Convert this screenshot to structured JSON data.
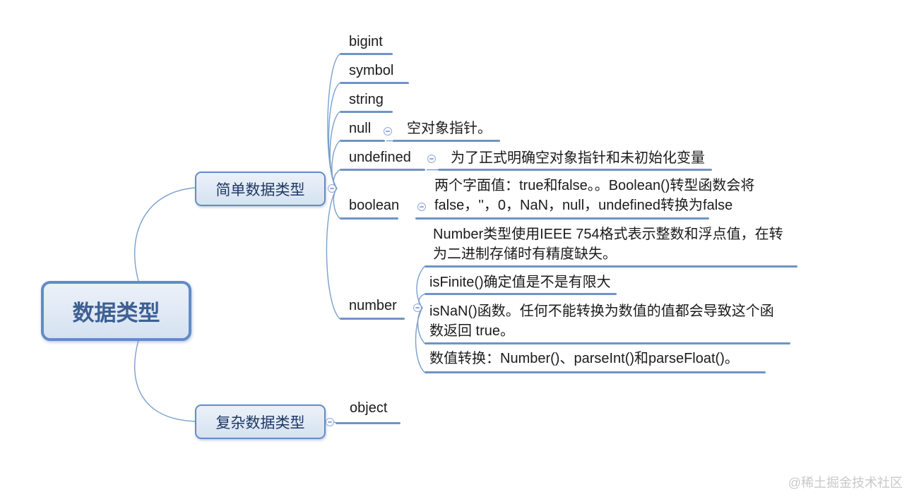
{
  "root": {
    "label": "数据类型"
  },
  "branches": {
    "simple": {
      "label": "简单数据类型",
      "children": {
        "bigint": {
          "label": "bigint"
        },
        "symbol": {
          "label": "symbol"
        },
        "string": {
          "label": "string"
        },
        "null": {
          "label": "null",
          "note": "空对象指针。"
        },
        "undefined": {
          "label": "undefined",
          "note": "为了正式明确空对象指针和未初始化变量"
        },
        "boolean": {
          "label": "boolean",
          "note_lines": [
            "两个字面值：true和false。。Boolean()转型函数会将",
            "false，''，0，NaN，null，undefined转换为false"
          ]
        },
        "number": {
          "label": "number",
          "children": {
            "ieee": {
              "lines": [
                "Number类型使用IEEE 754格式表示整数和浮点值，在转",
                "为二进制存储时有精度缺失。"
              ]
            },
            "isfinite": {
              "label": "isFinite()确定值是不是有限大"
            },
            "isnan": {
              "lines": [
                "isNaN()函数。任何不能转换为数值的值都会导致这个函",
                "数返回 true。"
              ]
            },
            "conversion": {
              "label": "数值转换：Number()、parseInt()和parseFloat()。"
            }
          }
        }
      }
    },
    "complex": {
      "label": "复杂数据类型",
      "children": {
        "object": {
          "label": "object"
        }
      }
    }
  },
  "icons": {
    "collapse_toggle": "minus-circle-icon"
  },
  "colors": {
    "node_border": "#628bc7",
    "node_fill_top": "#ebf1f9",
    "node_fill_bottom": "#d6e2f1",
    "branch_text": "#1f3864",
    "root_text": "#3d6094",
    "underline": "#6f94c4",
    "connector": "#7aa0cc",
    "leaf_text": "#1b1b1b",
    "watermark": "#c9c9c9"
  },
  "watermark": "@稀土掘金技术社区"
}
